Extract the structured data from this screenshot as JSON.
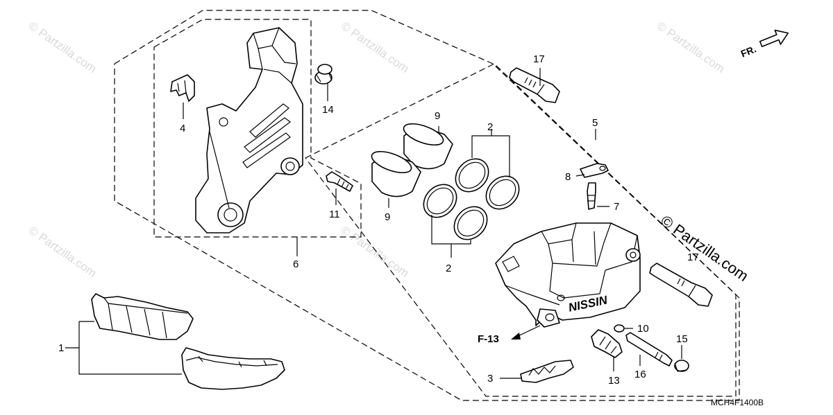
{
  "diagram": {
    "part_callouts": [
      {
        "id": "1",
        "label": "1"
      },
      {
        "id": "2a",
        "label": "2"
      },
      {
        "id": "2b",
        "label": "2"
      },
      {
        "id": "3",
        "label": "3"
      },
      {
        "id": "4",
        "label": "4"
      },
      {
        "id": "5",
        "label": "5"
      },
      {
        "id": "6",
        "label": "6"
      },
      {
        "id": "7",
        "label": "7"
      },
      {
        "id": "8",
        "label": "8"
      },
      {
        "id": "9a",
        "label": "9"
      },
      {
        "id": "9b",
        "label": "9"
      },
      {
        "id": "10",
        "label": "10"
      },
      {
        "id": "11",
        "label": "11"
      },
      {
        "id": "13",
        "label": "13"
      },
      {
        "id": "14",
        "label": "14"
      },
      {
        "id": "15",
        "label": "15"
      },
      {
        "id": "16",
        "label": "16"
      },
      {
        "id": "17a",
        "label": "17"
      },
      {
        "id": "17b",
        "label": "17"
      }
    ],
    "reference_label": "F-13",
    "direction_label": "FR.",
    "caliper_brand": "NISSIN",
    "drawing_code": "MCH4F1400B",
    "watermark_text": "© Partzilla.com",
    "colors": {
      "line": "#000000",
      "watermark": "#d9d9d9",
      "background": "#ffffff"
    }
  }
}
